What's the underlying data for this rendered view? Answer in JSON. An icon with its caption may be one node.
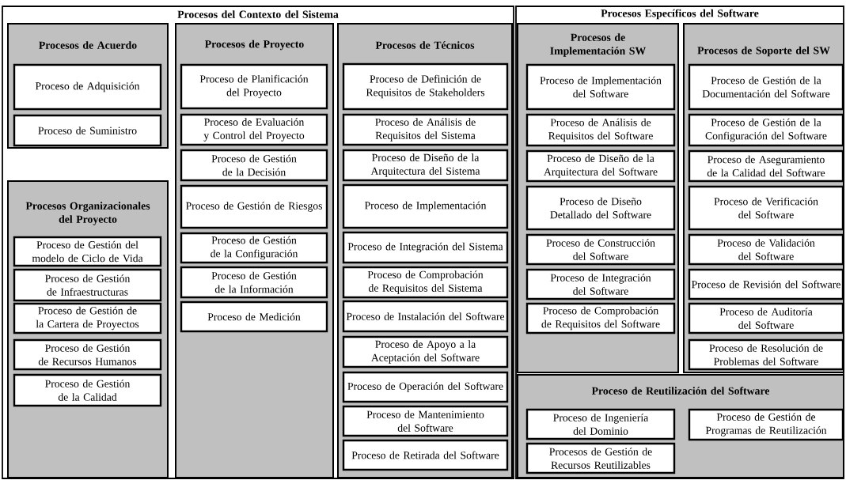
{
  "diagram": {
    "nodes": [
      {
        "text": [
          "Procesos del Contexto del Sistema"
        ]
      },
      {
        "text": [
          "Procesos de Acuerdo"
        ],
        "in": 0
      },
      {
        "text": [
          "Proceso de Adquisición"
        ],
        "in": 1
      },
      {
        "text": [
          "Proceso de Suministro"
        ],
        "in": 1
      },
      {
        "text": [
          "Procesos Organizacionales del Proyecto"
        ],
        "in": 0
      },
      {
        "text": [
          "Proceso de Gestión del modelo de Ciclo de Vida"
        ],
        "in": 4
      },
      {
        "text": [
          "Proceso de Gestión de Infraestructuras"
        ],
        "in": 4
      },
      {
        "text": [
          "Proceso de Gestión de la Cartera de Proyectos"
        ],
        "in": 4
      },
      {
        "text": [
          "Proceso de Gestión de Recursos Humanos"
        ],
        "in": 4
      },
      {
        "text": [
          "Proceso de Gestión de la Calidad"
        ],
        "in": 4
      },
      {
        "text": [
          "Procesos de Proyecto"
        ],
        "in": 0
      },
      {
        "text": [
          "Proceso de Planificación del Proyecto"
        ],
        "in": 10
      },
      {
        "text": [
          "Proceso de Evaluación y Control del Proyecto"
        ],
        "in": 10
      },
      {
        "text": [
          "Proceso de Gestión de la Decisión"
        ],
        "in": 10
      },
      {
        "text": [
          "Proceso de Gestión de Riesgos"
        ],
        "in": 10
      },
      {
        "text": [
          "Proceso de Gestión de la Configuración"
        ],
        "in": 10
      },
      {
        "text": [
          "Proceso de Gestión de la Información"
        ],
        "in": 10
      },
      {
        "text": [
          "Proceso de Medición"
        ],
        "in": 10
      },
      {
        "text": [
          "Procesos de Técnicos"
        ],
        "in": 0
      },
      {
        "text": [
          "Proceso de Definición de Requisitos de Stakeholders"
        ],
        "in": 18
      },
      {
        "text": [
          "Proceso de Análisis de Requisitos del Sistema"
        ],
        "in": 18
      },
      {
        "text": [
          "Proceso de Diseño de la Arquitectura del Sistema"
        ],
        "in": 18
      },
      {
        "text": [
          "Proceso de Implementación"
        ],
        "in": 18
      },
      {
        "text": [
          "Proceso de Integración del Sistema"
        ],
        "in": 18
      },
      {
        "text": [
          "Proceso de Comprobación de Requisitos del Sistema"
        ],
        "in": 18
      },
      {
        "text": [
          "Proceso de Instalación del Software"
        ],
        "in": 18
      },
      {
        "text": [
          "Proceso de Apoyo a la Aceptación del Software"
        ],
        "in": 18
      },
      {
        "text": [
          "Proceso de Operación del Software"
        ],
        "in": 18
      },
      {
        "text": [
          "Proceso de Mantenimiento del Software"
        ],
        "in": 18
      },
      {
        "text": [
          "Proceso de Retirada del Software"
        ],
        "in": 18
      },
      {
        "text": [
          "Procesos Específicos del Software"
        ]
      },
      {
        "text": [
          "Procesos de Implementación SW"
        ],
        "in": 30
      },
      {
        "text": [
          "Proceso de Implementación del Software"
        ],
        "in": 31
      },
      {
        "text": [
          "Proceso de Análisis de Requisitos del Software"
        ],
        "in": 31
      },
      {
        "text": [
          "Proceso de Diseño de la Arquitectura del Software"
        ],
        "in": 31
      },
      {
        "text": [
          "Proceso de Diseño Detallado del Software"
        ],
        "in": 31
      },
      {
        "text": [
          "Proceso de Construcción del Software"
        ],
        "in": 31
      },
      {
        "text": [
          "Proceso de Integración del Software"
        ],
        "in": 31
      },
      {
        "text": [
          "Proceso de Comprobación de Requisitos del Software"
        ],
        "in": 31
      },
      {
        "text": [
          "Procesos de Soporte del SW"
        ],
        "in": 30
      },
      {
        "text": [
          "Proceso de Gestión de la Documentación del Software"
        ],
        "in": 39
      },
      {
        "text": [
          "Proceso de Gestión de la Configuración del Software"
        ],
        "in": 39
      },
      {
        "text": [
          "Proceso de Aseguramiento de la Calidad del Software"
        ],
        "in": 39
      },
      {
        "text": [
          "Proceso de Verificación del Software"
        ],
        "in": 39
      },
      {
        "text": [
          "Proceso de Validación del Software"
        ],
        "in": 39
      },
      {
        "text": [
          "Proceso de Revisión del Software"
        ],
        "in": 39
      },
      {
        "text": [
          "Proceso de Auditoría del Software"
        ],
        "in": 39
      },
      {
        "text": [
          "Proceso de Resolución de Problemas del Software"
        ],
        "in": 39
      },
      {
        "text": [
          "Proceso de Reutilización del Software"
        ],
        "in": 30
      },
      {
        "text": [
          "Proceso de Ingeniería del Dominio"
        ],
        "in": 48
      },
      {
        "text": [
          "Proceso de Gestión de Programas de Reutilización"
        ],
        "in": 48
      },
      {
        "text": [
          "Procesos de Gestión de Recursos Reutilizables"
        ],
        "in": 48
      }
    ]
  }
}
